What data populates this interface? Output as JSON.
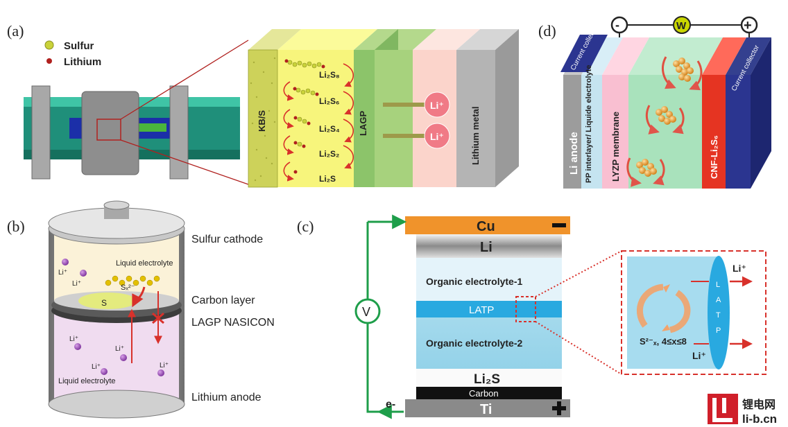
{
  "panels": {
    "a": {
      "letter": "(a)",
      "legend": {
        "sulfur": "Sulfur",
        "lithium": "Lithium"
      },
      "layers": {
        "kbs": "KB/S",
        "lagp": "LAGP",
        "lithium_metal": "Lithium metal"
      },
      "species": [
        "Li₂S₈",
        "Li₂S₆",
        "Li₂S₄",
        "Li₂S₂",
        "Li₂S"
      ],
      "ion": "Li⁺"
    },
    "b": {
      "letter": "(b)",
      "labels": {
        "sulfur_cathode": "Sulfur cathode",
        "carbon_layer": "Carbon layer",
        "lagp": "LAGP NASICON",
        "lithium_anode": "Lithium anode"
      },
      "liquid_top": "Liquid electrolyte",
      "liquid_bottom": "Liquid electrolyte",
      "sulfur": "S",
      "polysulfide": "Sₓ²⁻",
      "ion": "Li⁺"
    },
    "c": {
      "letter": "(c)",
      "layers": {
        "cu": "Cu",
        "li": "Li",
        "org1": "Organic electrolyte-1",
        "latp": "LATP",
        "org2": "Organic electrolyte-2",
        "li2s": "Li₂S",
        "carbon": "Carbon",
        "ti": "Ti"
      },
      "voltmeter": "V",
      "electron": "e-",
      "minus": "−",
      "plus": "+",
      "zoom": {
        "latp_vertical": "LATP",
        "ion": "Li⁺",
        "formula": "S²⁻ₓ, 4≤x≤8"
      }
    },
    "d": {
      "letter": "(d)",
      "terminals": {
        "minus": "-",
        "load": "W",
        "plus": "+"
      },
      "layers": {
        "cc_left": "Current collector",
        "li_anode": "Li anode",
        "pp": "PP interlayer/ Liquide electrolyte",
        "lyzp": "LYZP membrane",
        "cnf": "CNF-Li₂S₆",
        "cc_right": "Current collector"
      }
    }
  },
  "watermark": {
    "chars": "锂电网",
    "url": "li-b.cn"
  },
  "colors": {
    "accent_red": "#c8102e",
    "latp_blue": "#29a9e0",
    "wire_green": "#1e9e4a",
    "cu_orange": "#f0932b"
  }
}
